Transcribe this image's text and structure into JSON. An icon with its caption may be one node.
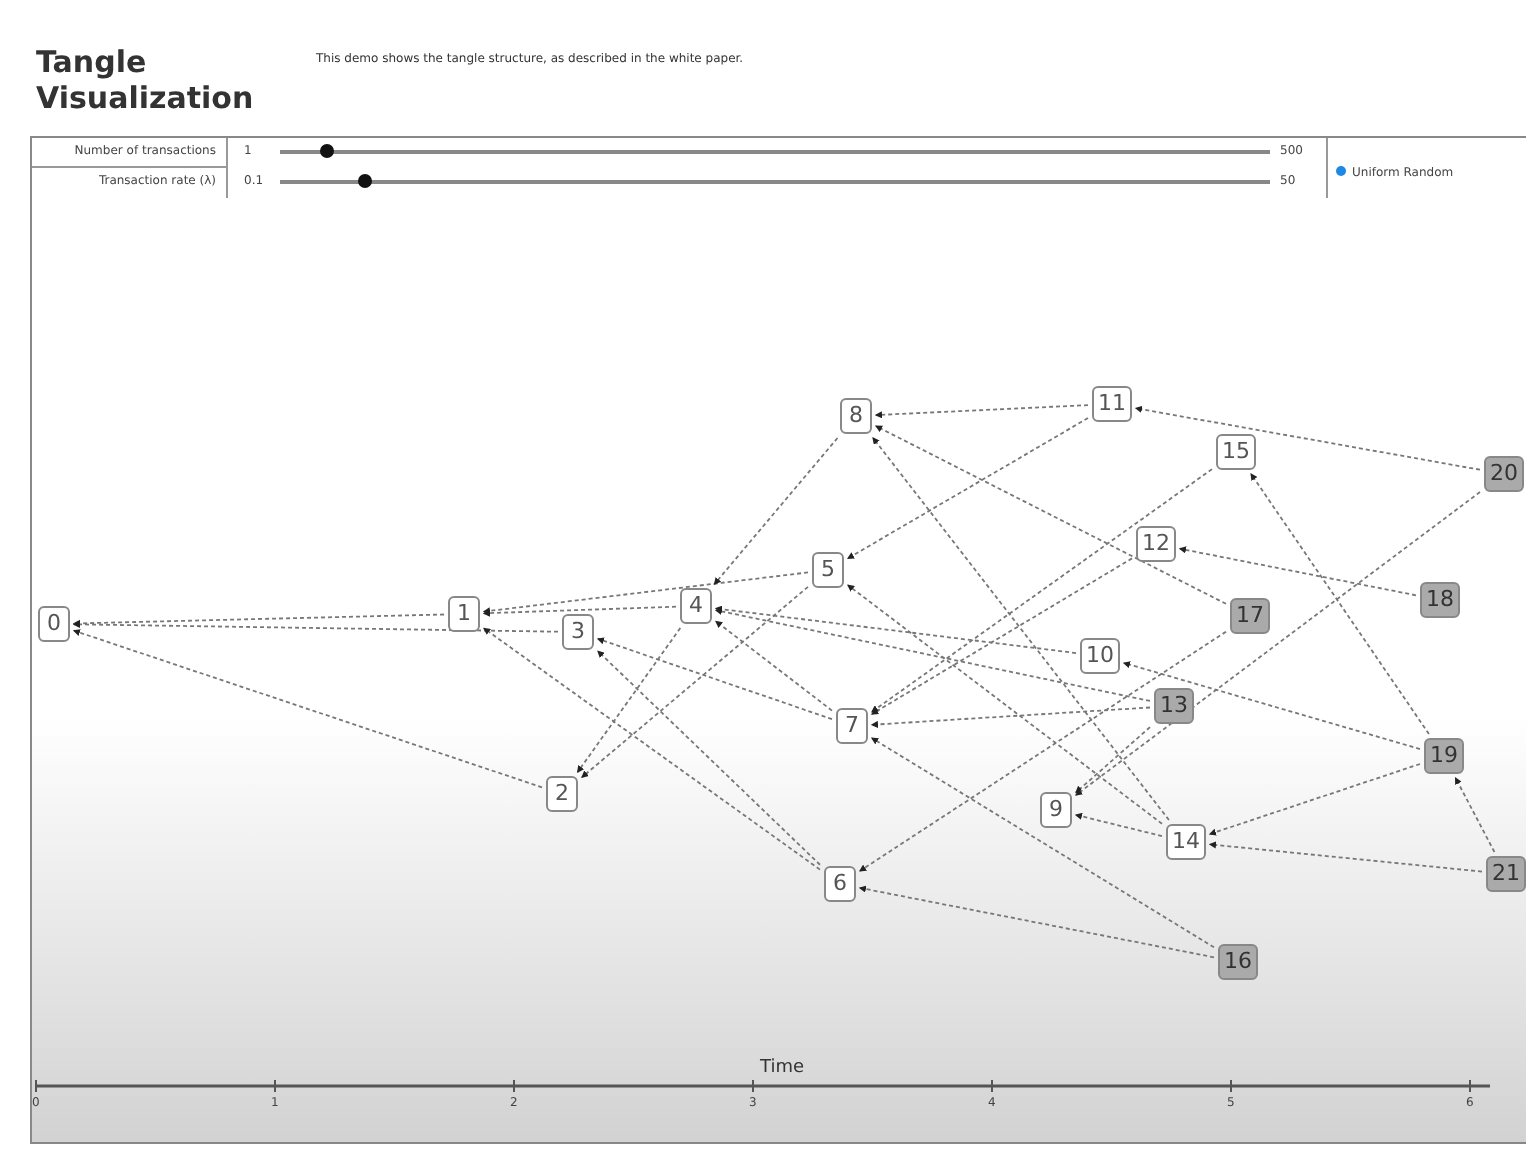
{
  "diagram": {
    "title": "Tangle Visualization",
    "nodes": [
      {
        "text": [
          "0"
        ]
      },
      {
        "text": [
          "1"
        ]
      },
      {
        "text": [
          "2"
        ]
      },
      {
        "text": [
          "3"
        ]
      },
      {
        "text": [
          "4"
        ]
      },
      {
        "text": [
          "5"
        ]
      },
      {
        "text": [
          "6"
        ]
      },
      {
        "text": [
          "7"
        ]
      },
      {
        "text": [
          "8"
        ]
      },
      {
        "text": [
          "9"
        ]
      },
      {
        "text": [
          "10"
        ]
      },
      {
        "text": [
          "11"
        ]
      },
      {
        "text": [
          "12"
        ]
      },
      {
        "text": [
          "13"
        ]
      },
      {
        "text": [
          "14"
        ]
      },
      {
        "text": [
          "15"
        ]
      },
      {
        "text": [
          "16"
        ]
      },
      {
        "text": [
          "17"
        ]
      },
      {
        "text": [
          "18"
        ]
      },
      {
        "text": [
          "19"
        ]
      },
      {
        "text": [
          "20"
        ]
      },
      {
        "text": [
          "21"
        ]
      }
    ],
    "edges": [
      {
        "from": 1,
        "to": 0,
        "arrow": "to",
        "style": "dashed"
      },
      {
        "from": 3,
        "to": 0,
        "arrow": "to",
        "style": "dashed"
      },
      {
        "from": 2,
        "to": 0,
        "arrow": "to",
        "style": "dashed"
      },
      {
        "from": 4,
        "to": 1,
        "arrow": "to",
        "style": "dashed"
      },
      {
        "from": 4,
        "to": 2,
        "arrow": "to",
        "style": "dashed"
      },
      {
        "from": 5,
        "to": 1,
        "arrow": "to",
        "style": "dashed"
      },
      {
        "from": 5,
        "to": 2,
        "arrow": "to",
        "style": "dashed"
      },
      {
        "from": 6,
        "to": 1,
        "arrow": "to",
        "style": "dashed"
      },
      {
        "from": 6,
        "to": 3,
        "arrow": "to",
        "style": "dashed"
      },
      {
        "from": 7,
        "to": 3,
        "arrow": "to",
        "style": "dashed"
      },
      {
        "from": 7,
        "to": 4,
        "arrow": "to",
        "style": "dashed"
      },
      {
        "from": 8,
        "to": 4,
        "arrow": "to",
        "style": "dashed"
      },
      {
        "from": 10,
        "to": 4,
        "arrow": "to",
        "style": "dashed"
      },
      {
        "from": 11,
        "to": 8,
        "arrow": "to",
        "style": "dashed"
      },
      {
        "from": 11,
        "to": 5,
        "arrow": "to",
        "style": "dashed"
      },
      {
        "from": 12,
        "to": 7,
        "arrow": "to",
        "style": "dashed"
      },
      {
        "from": 13,
        "to": 7,
        "arrow": "to",
        "style": "dashed"
      },
      {
        "from": 13,
        "to": 4,
        "arrow": "to",
        "style": "dashed"
      },
      {
        "from": 13,
        "to": 9,
        "arrow": "to",
        "style": "dashed"
      },
      {
        "from": 14,
        "to": 9,
        "arrow": "to",
        "style": "dashed"
      },
      {
        "from": 14,
        "to": 8,
        "arrow": "to",
        "style": "dashed"
      },
      {
        "from": 14,
        "to": 5,
        "arrow": "to",
        "style": "dashed"
      },
      {
        "from": 15,
        "to": 7,
        "arrow": "to",
        "style": "dashed"
      },
      {
        "from": 16,
        "to": 7,
        "arrow": "to",
        "style": "dashed"
      },
      {
        "from": 16,
        "to": 6,
        "arrow": "to",
        "style": "dashed"
      },
      {
        "from": 17,
        "to": 8,
        "arrow": "to",
        "style": "dashed"
      },
      {
        "from": 17,
        "to": 6,
        "arrow": "to",
        "style": "dashed"
      },
      {
        "from": 18,
        "to": 12,
        "arrow": "to",
        "style": "dashed"
      },
      {
        "from": 19,
        "to": 14,
        "arrow": "to",
        "style": "dashed"
      },
      {
        "from": 19,
        "to": 10,
        "arrow": "to",
        "style": "dashed"
      },
      {
        "from": 20,
        "to": 11,
        "arrow": "to",
        "style": "dashed"
      },
      {
        "from": 20,
        "to": 9,
        "arrow": "to",
        "style": "dashed"
      },
      {
        "from": 21,
        "to": 14,
        "arrow": "to",
        "style": "dashed"
      },
      {
        "from": 21,
        "to": 19,
        "arrow": "to",
        "style": "dashed"
      },
      {
        "from": 19,
        "to": 15,
        "arrow": "to",
        "style": "dashed"
      }
    ],
    "labels": [
      "This demo shows the tangle structure, as described in the white paper.",
      "Number of transactions",
      "1",
      "500",
      "Transaction rate (λ)",
      "0.1",
      "50",
      "Time",
      "0",
      "1",
      "2",
      "3",
      "4",
      "5",
      "6"
    ],
    "legend": [
      {
        "text": "Uniform Random",
        "color": "#1e88e5"
      }
    ]
  }
}
